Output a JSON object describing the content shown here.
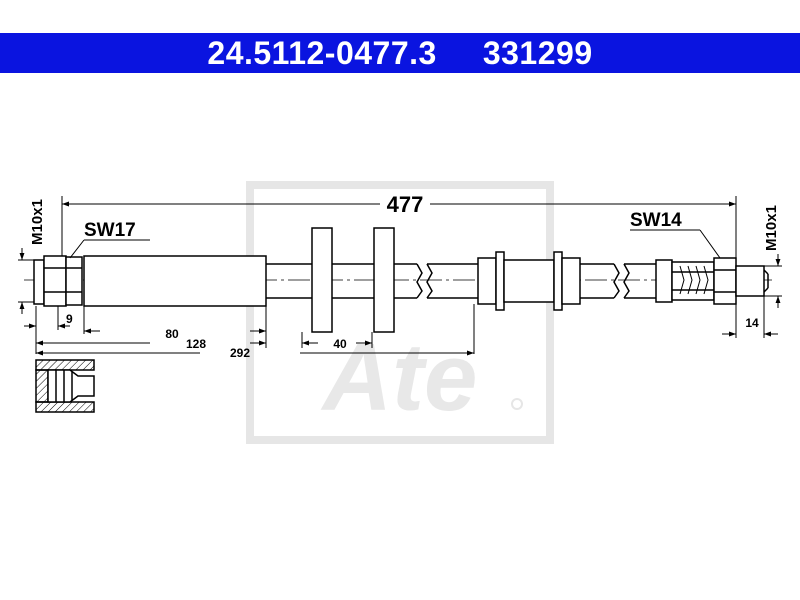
{
  "header": {
    "part_number": "24.5112-0477.3",
    "alt_number": "331299",
    "background_color": "#0a14e0"
  },
  "labels": {
    "sw_left": "SW17",
    "sw_right": "SW14",
    "thread_left": "M10x1",
    "thread_right": "M10x1"
  },
  "dimensions": {
    "total_length": "477",
    "d9": "9",
    "d80": "80",
    "d128": "128",
    "d40": "40",
    "d292": "292",
    "d14": "14"
  },
  "watermark": {
    "logo_text": "Ate",
    "color": "#e8e8e8"
  }
}
